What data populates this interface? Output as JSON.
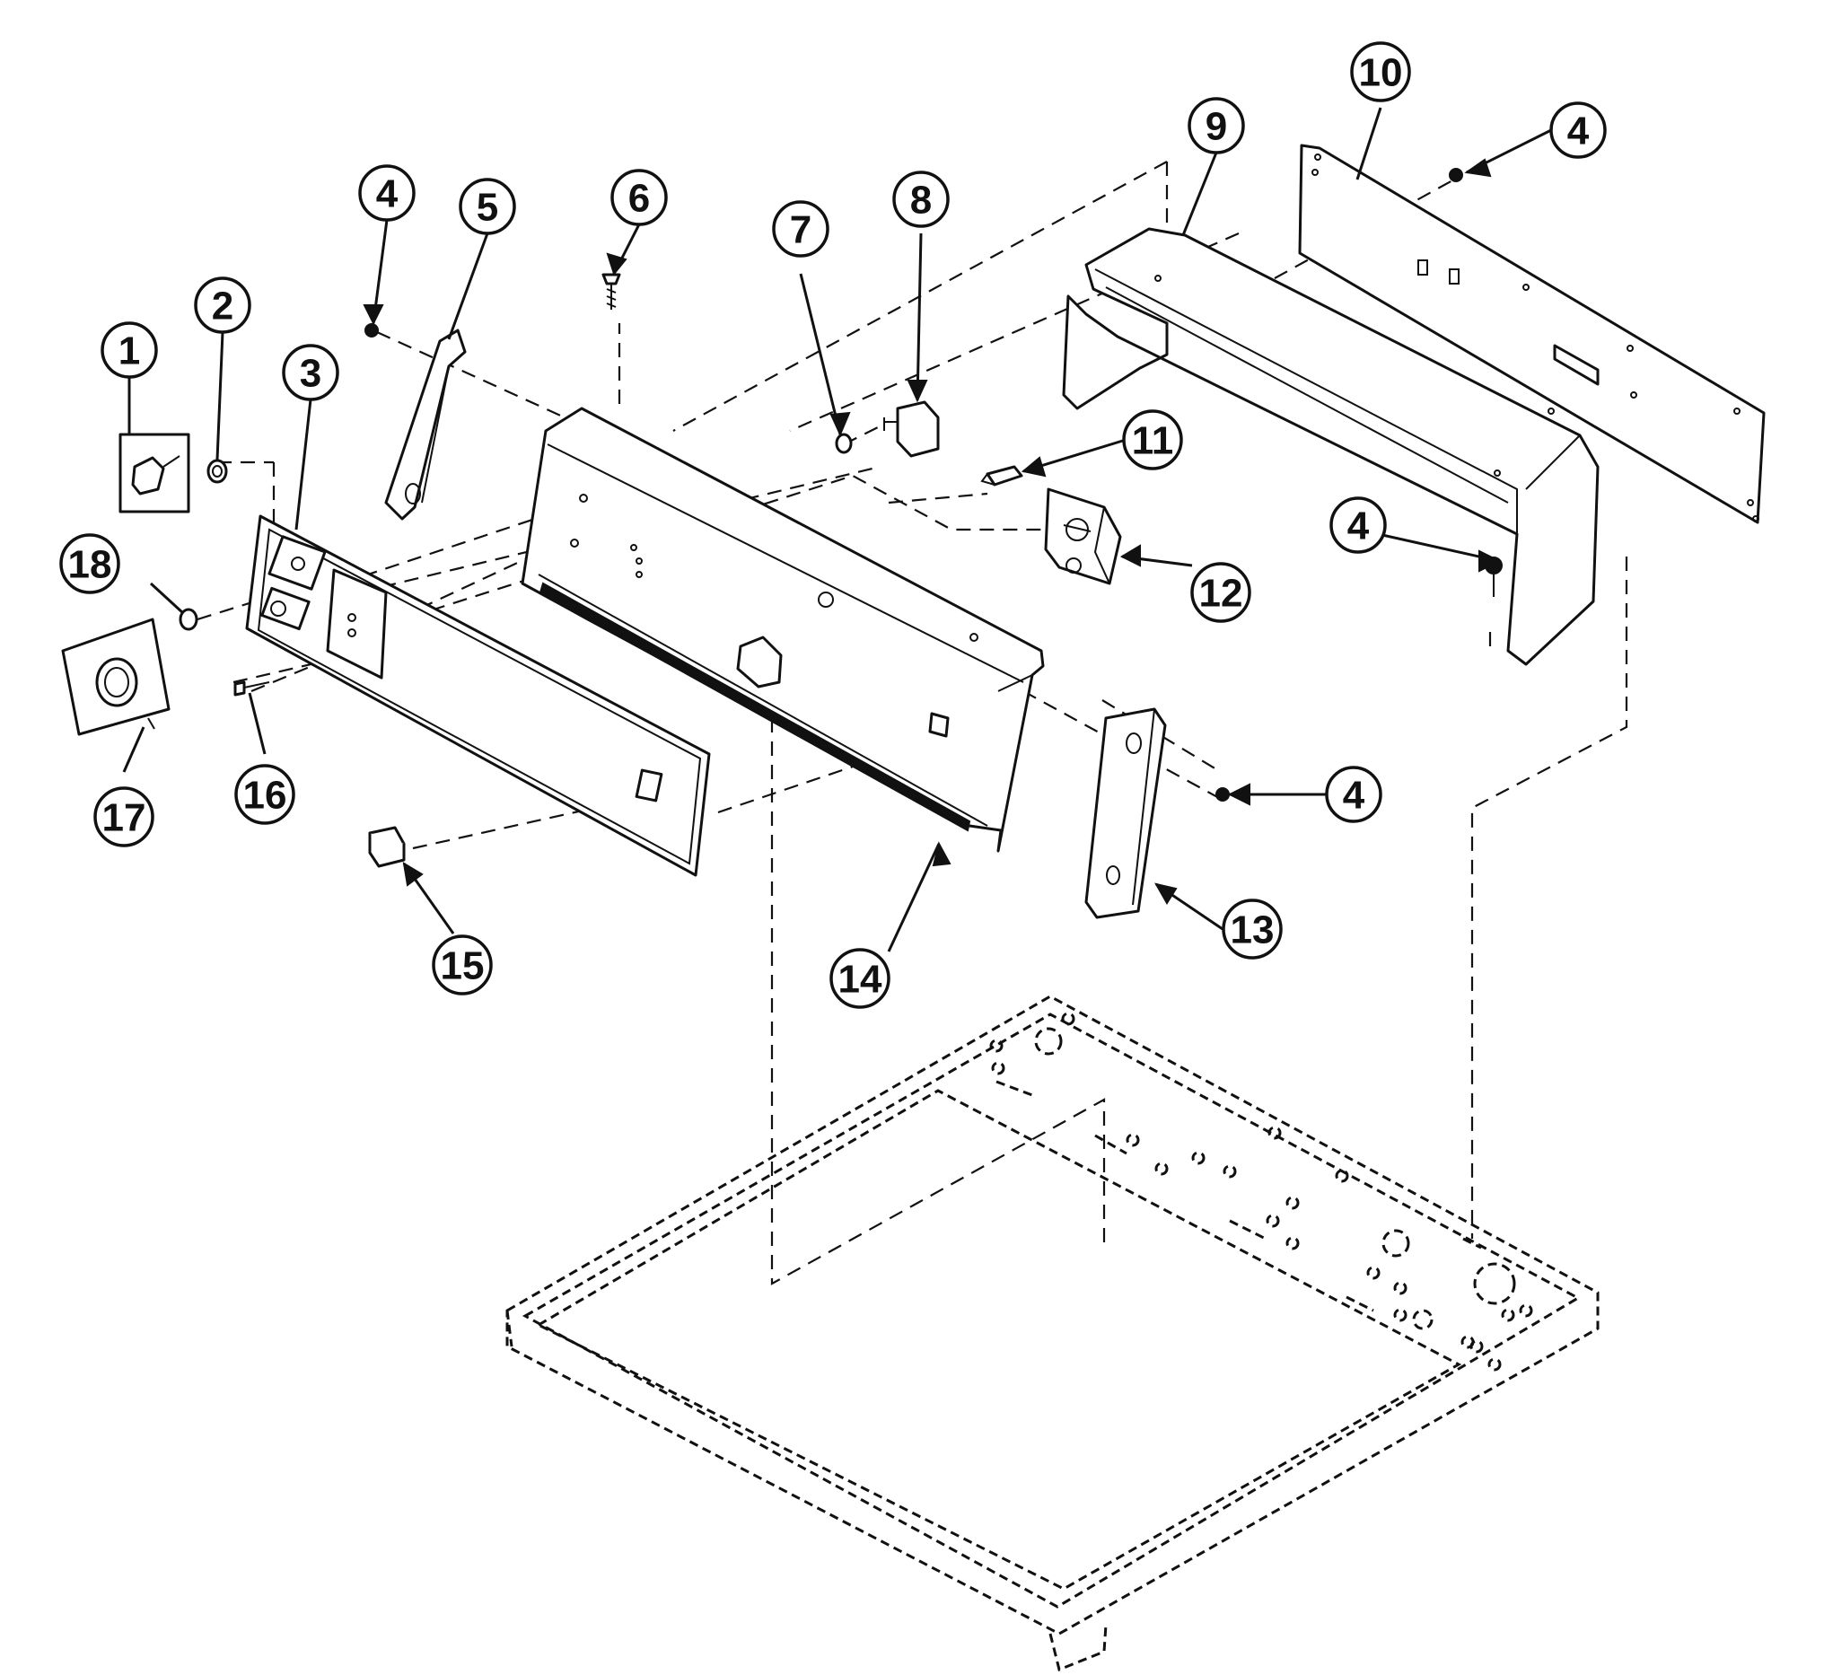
{
  "callouts": [
    {
      "label": "1"
    },
    {
      "label": "2"
    },
    {
      "label": "3"
    },
    {
      "label": "4"
    },
    {
      "label": "5"
    },
    {
      "label": "6"
    },
    {
      "label": "7"
    },
    {
      "label": "8"
    },
    {
      "label": "9"
    },
    {
      "label": "10"
    },
    {
      "label": "4"
    },
    {
      "label": "11"
    },
    {
      "label": "4"
    },
    {
      "label": "12"
    },
    {
      "label": "4"
    },
    {
      "label": "13"
    },
    {
      "label": "14"
    },
    {
      "label": "15"
    },
    {
      "label": "16"
    },
    {
      "label": "17"
    },
    {
      "label": "18"
    }
  ]
}
